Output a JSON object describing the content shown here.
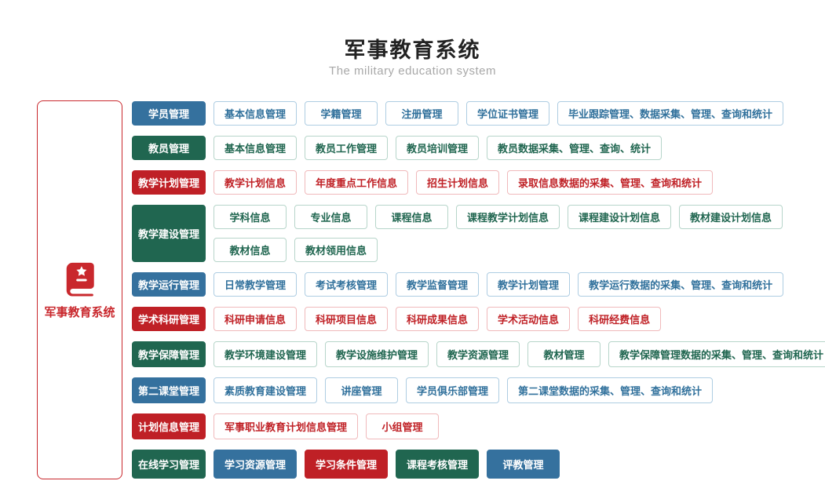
{
  "header": {
    "title": "军事教育系统",
    "subtitle": "The military education system"
  },
  "sidebar": {
    "label": "军事教育系统",
    "icon": "book-star-icon"
  },
  "palette": {
    "blue": "#35719e",
    "green": "#206650",
    "red": "#bf2026",
    "root_border_red": "#c9282d"
  },
  "rows": [
    {
      "category": {
        "label": "学员管理",
        "color": "blue"
      },
      "item_variant": "outline",
      "lines": [
        [
          {
            "label": "基本信息管理"
          },
          {
            "label": "学籍管理"
          },
          {
            "label": "注册管理"
          },
          {
            "label": "学位证书管理"
          },
          {
            "label": "毕业跟踪管理、数据采集、管理、查询和统计"
          }
        ]
      ]
    },
    {
      "category": {
        "label": "教员管理",
        "color": "green"
      },
      "item_variant": "outline",
      "lines": [
        [
          {
            "label": "基本信息管理"
          },
          {
            "label": "教员工作管理"
          },
          {
            "label": "教员培训管理"
          },
          {
            "label": "教员数据采集、管理、查询、统计"
          }
        ]
      ]
    },
    {
      "category": {
        "label": "教学计划管理",
        "color": "red"
      },
      "item_variant": "outline",
      "lines": [
        [
          {
            "label": "教学计划信息"
          },
          {
            "label": "年度重点工作信息"
          },
          {
            "label": "招生计划信息"
          },
          {
            "label": "录取信息数据的采集、管理、查询和统计"
          }
        ]
      ]
    },
    {
      "category": {
        "label": "教学建设管理",
        "color": "green"
      },
      "item_variant": "outline",
      "lines": [
        [
          {
            "label": "学科信息"
          },
          {
            "label": "专业信息"
          },
          {
            "label": "课程信息"
          },
          {
            "label": "课程教学计划信息"
          },
          {
            "label": "课程建设计划信息"
          },
          {
            "label": "教材建设计划信息"
          }
        ],
        [
          {
            "label": "教材信息"
          },
          {
            "label": "教材领用信息"
          }
        ]
      ]
    },
    {
      "category": {
        "label": "教学运行管理",
        "color": "blue"
      },
      "item_variant": "outline",
      "lines": [
        [
          {
            "label": "日常教学管理"
          },
          {
            "label": "考试考核管理"
          },
          {
            "label": "教学监督管理"
          },
          {
            "label": "教学计划管理"
          },
          {
            "label": "教学运行数据的采集、管理、查询和统计"
          }
        ]
      ]
    },
    {
      "category": {
        "label": "学术科研管理",
        "color": "red"
      },
      "item_variant": "outline",
      "lines": [
        [
          {
            "label": "科研申请信息"
          },
          {
            "label": "科研项目信息"
          },
          {
            "label": "科研成果信息"
          },
          {
            "label": "学术活动信息"
          },
          {
            "label": "科研经费信息"
          }
        ]
      ]
    },
    {
      "category": {
        "label": "教学保障管理",
        "color": "green"
      },
      "item_variant": "outline",
      "lines": [
        [
          {
            "label": "教学环境建设管理"
          },
          {
            "label": "教学设施维护管理"
          },
          {
            "label": "教学资源管理"
          },
          {
            "label": "教材管理"
          },
          {
            "label": "教学保障管理数据的采集、管理、查询和统计"
          }
        ]
      ]
    },
    {
      "category": {
        "label": "第二课堂管理",
        "color": "blue"
      },
      "item_variant": "outline",
      "lines": [
        [
          {
            "label": "素质教育建设管理"
          },
          {
            "label": "讲座管理"
          },
          {
            "label": "学员俱乐部管理"
          },
          {
            "label": "第二课堂数据的采集、管理、查询和统计"
          }
        ]
      ]
    },
    {
      "category": {
        "label": "计划信息管理",
        "color": "red"
      },
      "item_variant": "outline",
      "lines": [
        [
          {
            "label": "军事职业教育计划信息管理"
          },
          {
            "label": "小组管理"
          }
        ]
      ]
    },
    {
      "category": {
        "label": "在线学习管理",
        "color": "green"
      },
      "item_variant": "solid",
      "lines": [
        [
          {
            "label": "学习资源管理",
            "color": "blue"
          },
          {
            "label": "学习条件管理",
            "color": "red"
          },
          {
            "label": "课程考核管理",
            "color": "green"
          },
          {
            "label": "评教管理",
            "color": "blue"
          }
        ]
      ]
    }
  ]
}
